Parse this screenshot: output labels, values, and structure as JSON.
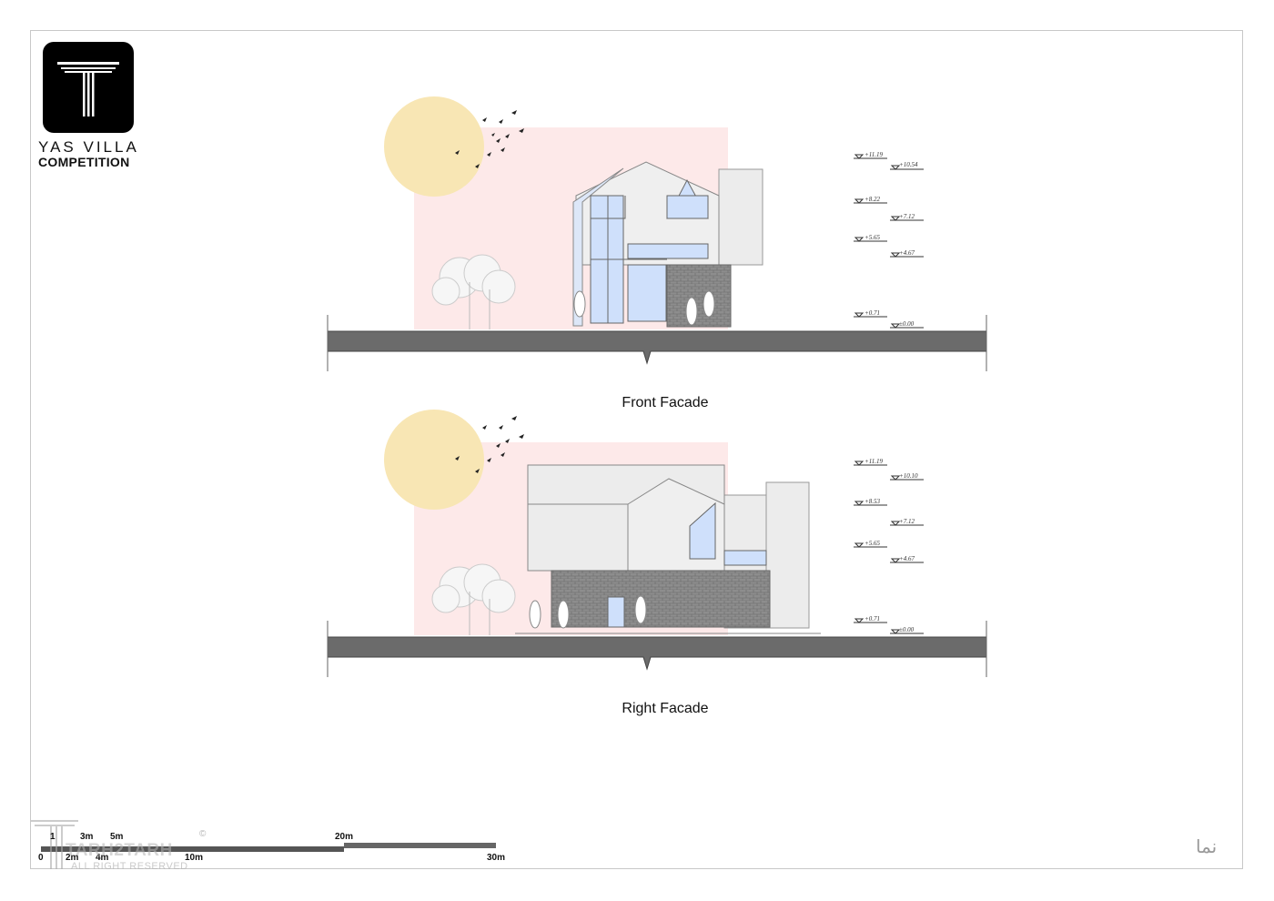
{
  "brand": {
    "name_line1": "YAS VILLA",
    "name_line2": "COMPETITION"
  },
  "drawings": [
    {
      "title": "Front Facade",
      "levels_left": [
        "+11.19",
        "+8.22",
        "+5.65",
        "+0.71"
      ],
      "levels_right": [
        "+10.54",
        "+7.12",
        "+4.67",
        "±0.00"
      ]
    },
    {
      "title": "Right Facade",
      "levels_left": [
        "+11.19",
        "+8.53",
        "+5.65",
        "+0.71"
      ],
      "levels_right": [
        "+10.10",
        "+7.12",
        "+4.67",
        "±0.00"
      ]
    }
  ],
  "scale_bar": {
    "top_labels": [
      "1",
      "3m",
      "5m",
      "20m"
    ],
    "bottom_labels": [
      "0",
      "2m",
      "4m",
      "10m",
      "30m"
    ]
  },
  "watermark": {
    "name": "TARH2TARH",
    "sub": "ALL RIGHT RESERVED",
    "copyright": "©"
  },
  "signature": "نما",
  "colors": {
    "sun": "#f8e6b4",
    "sky_block": "#fde9e9",
    "glass": "#cfe0fb",
    "brick": "#8a8a8a",
    "ground": "#6b6b6b",
    "wall": "#ebebeb"
  }
}
